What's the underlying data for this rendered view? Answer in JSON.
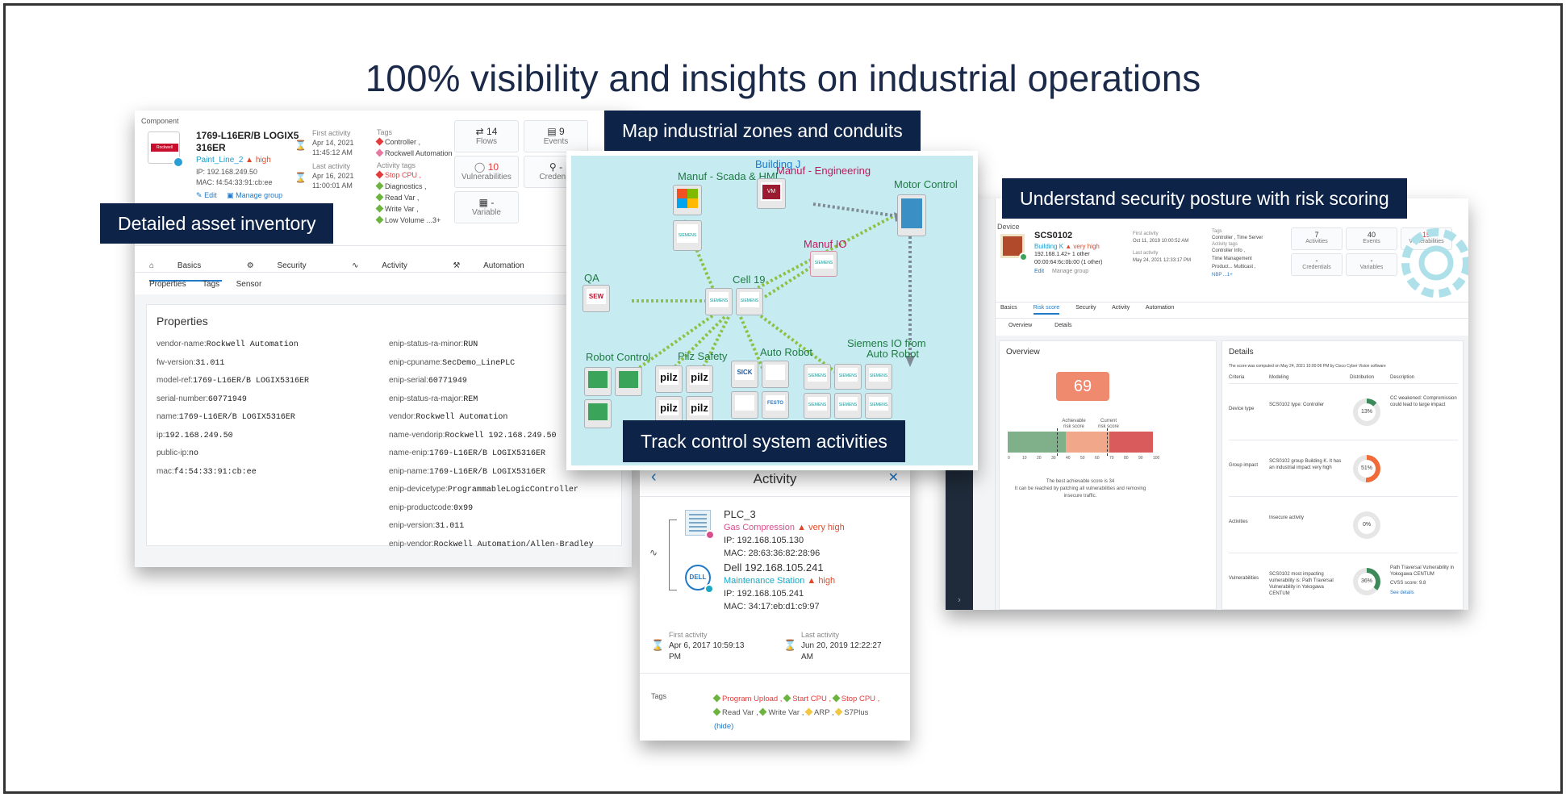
{
  "title": "100% visibility and insights on industrial operations",
  "labels": {
    "inventory": "Detailed asset inventory",
    "map": "Map industrial zones and conduits",
    "risk": "Understand security posture with risk scoring",
    "activity": "Track control system activities"
  },
  "colors": {
    "label_bg": "#0d2348",
    "map_bg": "#c6ecf1",
    "risk_score": "#f08a6f",
    "link_blue": "#1f78c8",
    "severity": "#e04a2a"
  },
  "inventory": {
    "section": "Component",
    "logo_text": "Rockwell Automation",
    "name_line1": "1769-L16ER/B LOGIX5",
    "name_line2": "316ER",
    "group": "Paint_Line_2",
    "severity": "high",
    "ip": "IP: 192.168.249.50",
    "mac": "MAC: f4:54:33:91:cb:ee",
    "edit": "Edit",
    "manage_group": "Manage group",
    "first_activity_label": "First activity",
    "first_activity_date": "Apr 14, 2021",
    "first_activity_time": "11:45:12 AM",
    "last_activity_label": "Last activity",
    "last_activity_date": "Apr 16, 2021",
    "last_activity_time": "11:00:01 AM",
    "tags_label": "Tags",
    "tags": [
      "Controller ,",
      "Rockwell Automation"
    ],
    "activity_tags_label": "Activity tags",
    "activity_tags": [
      "Stop CPU ,",
      "Diagnostics ,",
      "Read Var ,",
      "Write Var ,",
      "Low Volume ...3+"
    ],
    "cards": [
      {
        "n": "14",
        "label": "Flows"
      },
      {
        "n": "9",
        "label": "Events"
      },
      {
        "n": "10",
        "label": "Vulnerabilities"
      },
      {
        "n": "-",
        "label": "Creden..."
      },
      {
        "n": "-",
        "label": "Variable"
      }
    ],
    "tabs": [
      "Basics",
      "Security",
      "Activity",
      "Automation"
    ],
    "subtabs": [
      "Properties",
      "Tags",
      "Sensor"
    ],
    "properties_title": "Properties",
    "props_left": [
      {
        "k": "vendor-name:",
        "v": "Rockwell Automation"
      },
      {
        "k": "fw-version:",
        "v": "31.011"
      },
      {
        "k": "model-ref:",
        "v": "1769-L16ER/B LOGIX5316ER"
      },
      {
        "k": "serial-number:",
        "v": "60771949"
      },
      {
        "k": "name:",
        "v": "1769-L16ER/B LOGIX5316ER"
      },
      {
        "k": "ip:",
        "v": "192.168.249.50"
      },
      {
        "k": "public-ip:",
        "v": "no"
      },
      {
        "k": "mac:",
        "v": "f4:54:33:91:cb:ee"
      }
    ],
    "props_right": [
      {
        "k": "enip-status-ra-minor:",
        "v": "RUN"
      },
      {
        "k": "enip-cpuname:",
        "v": "SecDemo_LinePLC"
      },
      {
        "k": "enip-serial:",
        "v": "60771949"
      },
      {
        "k": "enip-status-ra-major:",
        "v": "REM"
      },
      {
        "k": "vendor:",
        "v": "Rockwell Automation"
      },
      {
        "k": "name-vendorip:",
        "v": "Rockwell 192.168.249.50"
      },
      {
        "k": "name-enip:",
        "v": "1769-L16ER/B LOGIX5316ER"
      },
      {
        "k": "enip-name:",
        "v": "1769-L16ER/B LOGIX5316ER"
      },
      {
        "k": "enip-devicetype:",
        "v": "ProgrammableLogicController"
      },
      {
        "k": "enip-productcode:",
        "v": "0x99"
      },
      {
        "k": "enip-version:",
        "v": "31.011"
      },
      {
        "k": "enip-vendor:",
        "v": "Rockwell Automation/Allen-Bradley"
      }
    ]
  },
  "map": {
    "building": "Building J",
    "zones": {
      "scada": "Manuf - Scada & HMI",
      "engineering": "Manuf - Engineering",
      "motor": "Motor Control",
      "manuf_io": "Manuf IO",
      "qa": "QA",
      "cell": "Cell 19",
      "robot": "Robot Control",
      "pilz": "Pilz Safety",
      "auto_robot": "Auto Robot",
      "siemens": "Siemens IO from",
      "siemens2": "Auto Robot"
    },
    "vendors": {
      "siemens": "SIEMENS",
      "sew": "SEW",
      "pilz": "pilz",
      "sick": "SICK",
      "festo": "FESTO",
      "vm": "VM"
    }
  },
  "activity": {
    "title": "Activity",
    "device1_name": "PLC_3",
    "device1_group": "Gas Compression",
    "device1_sev": "very high",
    "device1_ip": "IP: 192.168.105.130",
    "device1_mac": "MAC: 28:63:36:82:28:96",
    "device2_name": "Dell 192.168.105.241",
    "device2_group": "Maintenance Station",
    "device2_sev": "high",
    "device2_ip": "IP: 192.168.105.241",
    "device2_mac": "MAC: 34:17:eb:d1:c9:97",
    "dell_logo": "DELL",
    "first_label": "First activity",
    "first_line1": "Apr 6, 2017 10:59:13",
    "first_line2": "PM",
    "last_label": "Last activity",
    "last_line1": "Jun 20, 2019 12:22:27",
    "last_line2": "AM",
    "tags_label": "Tags",
    "tags_row1": [
      "Program Upload ,",
      "Start CPU ,",
      "Stop CPU ,"
    ],
    "tags_row2": [
      "Read Var ,",
      "Write Var ,",
      "ARP ,",
      "S7Plus"
    ],
    "hide": "(hide)"
  },
  "risk": {
    "section": "Device",
    "name": "SCS0102",
    "group": "Building K",
    "severity": "very high",
    "ip": "192.168.1.42+ 1 other",
    "mac": "00:00:64:6c:0b:00 (1 other)",
    "edit": "Edit",
    "manage_group": "Manage group",
    "first_label": "First activity",
    "first_date": "Oct 11, 2019 10:00:52 AM",
    "last_label": "Last activity",
    "last_date": "May 24, 2021 12:33:17 PM",
    "tags_label": "Tags",
    "tags": [
      "Controller , Time Server"
    ],
    "activity_tags_label": "Activity tags",
    "activity_tags": [
      "Controller Info ,",
      "Time Management",
      "Product... Multicast ,",
      "NBP ...1+"
    ],
    "cards": [
      {
        "n": "7",
        "label": "Activities"
      },
      {
        "n": "40",
        "label": "Events"
      },
      {
        "n": "15",
        "label": "Vulnerabilities"
      },
      {
        "n": "-",
        "label": "Credentials"
      },
      {
        "n": "-",
        "label": "Variables"
      }
    ],
    "tabs": [
      "Basics",
      "Risk score",
      "Security",
      "Activity",
      "Automation"
    ],
    "subtabs": [
      "Overview",
      "Details"
    ],
    "overview_title": "Overview",
    "score": 69,
    "achievable_label": "Achievable risk score",
    "current_label": "Current risk score",
    "scale": [
      "0",
      "10",
      "20",
      "30",
      "40",
      "50",
      "60",
      "70",
      "80",
      "90",
      "100"
    ],
    "best_text": "The best achievable score is 34",
    "best_text2": "It can be reached by patching all vulnerabilities and removing",
    "best_text3": "insecure traffic.",
    "details_title": "Details",
    "details_intro": "The score was computed on May 24, 2021 10:00:06 PM by Cisco Cyber Vision software",
    "columns": [
      "Criteria",
      "Modeling",
      "Distribution",
      "Description"
    ],
    "rows": [
      {
        "criteria": "Device type",
        "modeling": "SCS0102 type: Controller",
        "pct": 13,
        "pct_label": "13%",
        "desc": "CC weakened: Compromission could lead to large impact",
        "color": "#3c8a5a"
      },
      {
        "criteria": "Group impact",
        "modeling": "SCS0102 group Building K. It has an industrial impact very high",
        "pct": 51,
        "pct_label": "51%",
        "desc": "",
        "color": "#f06a3a"
      },
      {
        "criteria": "Activities",
        "modeling": "Insecure activity",
        "pct": 0,
        "pct_label": "0%",
        "desc": "",
        "color": "#cfcfcf"
      },
      {
        "criteria": "Vulnerabilities",
        "modeling": "SCS0102 most impacting vulnerability is: Path Traversal Vulnerability in Yokogawa CENTUM",
        "pct": 36,
        "pct_label": "36%",
        "desc": "Path Traversal Vulnerability in Yokogawa CENTUM",
        "color": "#3c8a5a"
      }
    ],
    "cvss": "CVSS score: 9.8",
    "see_details": "See details"
  }
}
